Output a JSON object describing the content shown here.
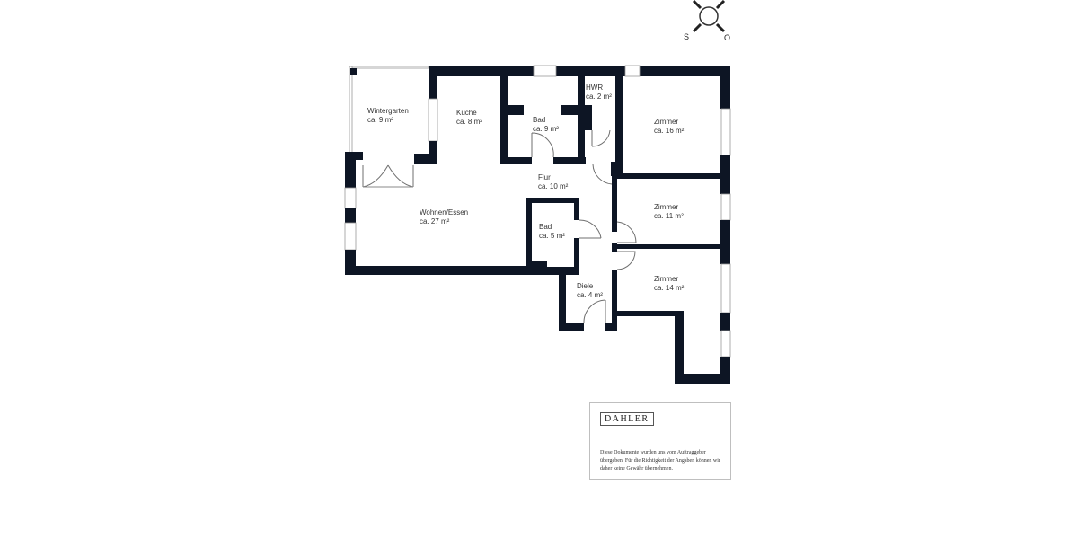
{
  "rooms": [
    {
      "id": "wintergarten",
      "name": "Wintergarten",
      "area": "ca. 9 m²"
    },
    {
      "id": "kueche",
      "name": "Küche",
      "area": "ca. 8 m²"
    },
    {
      "id": "bad1",
      "name": "Bad",
      "area": "ca. 9 m²"
    },
    {
      "id": "hwr",
      "name": "HWR",
      "area": "ca. 2 m²"
    },
    {
      "id": "zimmer1",
      "name": "Zimmer",
      "area": "ca. 16 m²"
    },
    {
      "id": "flur",
      "name": "Flur",
      "area": "ca. 10 m²"
    },
    {
      "id": "wohnen",
      "name": "Wohnen/Essen",
      "area": "ca. 27 m²"
    },
    {
      "id": "bad2",
      "name": "Bad",
      "area": "ca. 5 m²"
    },
    {
      "id": "zimmer2",
      "name": "Zimmer",
      "area": "ca. 11 m²"
    },
    {
      "id": "zimmer3",
      "name": "Zimmer",
      "area": "ca. 14 m²"
    },
    {
      "id": "diele",
      "name": "Diele",
      "area": "ca. 4 m²"
    }
  ],
  "compass": {
    "south": "S",
    "east": "O"
  },
  "card": {
    "logo": "DAHLER",
    "disclaimer": "Diese Dokumente wurden uns vom Auftraggeber übergeben. Für die Richtigkeit der Angaben können wir daher keine Gewähr übernehmen."
  },
  "colors": {
    "wall": "#0d1524",
    "background": "#ffffff"
  }
}
